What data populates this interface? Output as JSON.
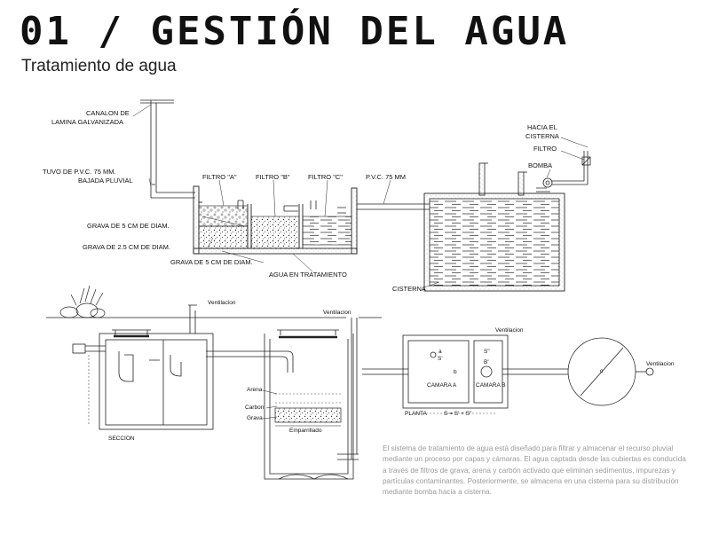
{
  "header": {
    "title": "01 / GESTIÓN DEL AGUA",
    "subtitle": "Tratamiento de agua"
  },
  "labels": {
    "canalon_1": "CANALON DE",
    "canalon_2": "LAMINA GALVANIZADA",
    "tubo_1": "TUVO DE P.V.C. 75 MM.",
    "tubo_2": "BAJADA PLUVIAL",
    "filtro_a": "FILTRO \"A\"",
    "filtro_b": "FILTRO \"B\"",
    "filtro_c": "FILTRO \"C\"",
    "pvc": "P.V.C. 75 MM",
    "hacia_1": "HACIA EL",
    "hacia_2": "CISTERNA",
    "filtro": "FILTRO",
    "bomba": "BOMBA",
    "grava_5a": "GRAVA DE 5 CM DE DIAM.",
    "grava_25": "GRAVA DE 2.5 CM DE DIAM.",
    "grava_5b": "GRAVA DE 5 CM DE DIAM.",
    "agua_tratamiento": "AGUA EN TRATAMIENTO",
    "cisterna": "CISTERNA",
    "ventilacion_1": "Ventilacion",
    "ventilacion_2": "Ventilacion",
    "ventilacion_3": "Ventilacion",
    "ventilacion_4": "Ventilacion",
    "seccion": "SECCION",
    "arena": "Arena",
    "carbon": "Carbon",
    "grava": "Grava",
    "emparrillado": "Emparrillado",
    "planta": "PLANTA",
    "formula": "S = S' + S\"",
    "camara_a": "CAMARA A",
    "camara_b": "CAMARA B",
    "dim_a": "a",
    "dim_s": "S'",
    "dim_b": "b",
    "dim_b2": "B'",
    "dim_s2": "S\"",
    "dim_c": "c"
  },
  "description": "El sistema de tratamiento de agua está diseñado para filtrar y almacenar el recurso pluvial mediante un proceso por capas y cámaras. El agua captada desde las cubiertas es conducida a través de filtros de grava, arena y carbón activado que eliminan sedimentos, impurezas y partículas contaminantes. Posteriormente, se almacena en una cisterna para su distribución mediante bomba hacia  a cisterna."
}
